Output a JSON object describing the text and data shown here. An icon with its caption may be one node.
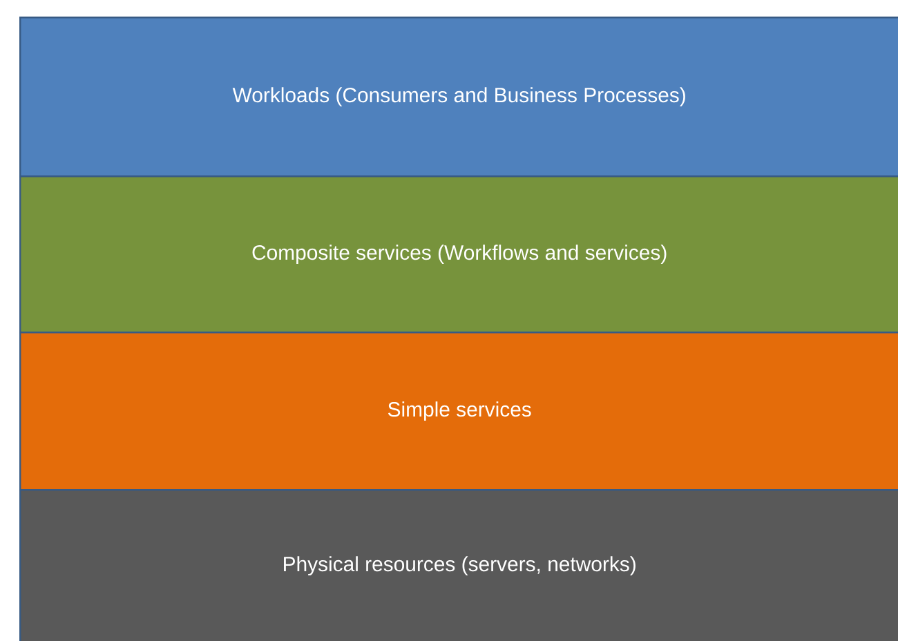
{
  "diagram": {
    "nodes": [
      {
        "text": [
          "Workloads (Consumers and Business Processes)"
        ]
      },
      {
        "text": [
          "Composite services (Workflows and services)"
        ]
      },
      {
        "text": [
          "Simple services"
        ]
      },
      {
        "text": [
          "Physical resources (servers, networks)"
        ]
      }
    ]
  }
}
